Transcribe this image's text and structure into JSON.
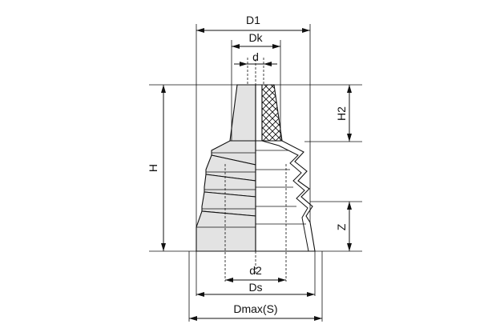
{
  "dimensions": {
    "d1": "D1",
    "dk": "Dk",
    "d": "d",
    "h": "H",
    "h2": "H2",
    "z": "Z",
    "d2": "d2",
    "ds": "Ds",
    "dmax": "Dmax(S)"
  }
}
